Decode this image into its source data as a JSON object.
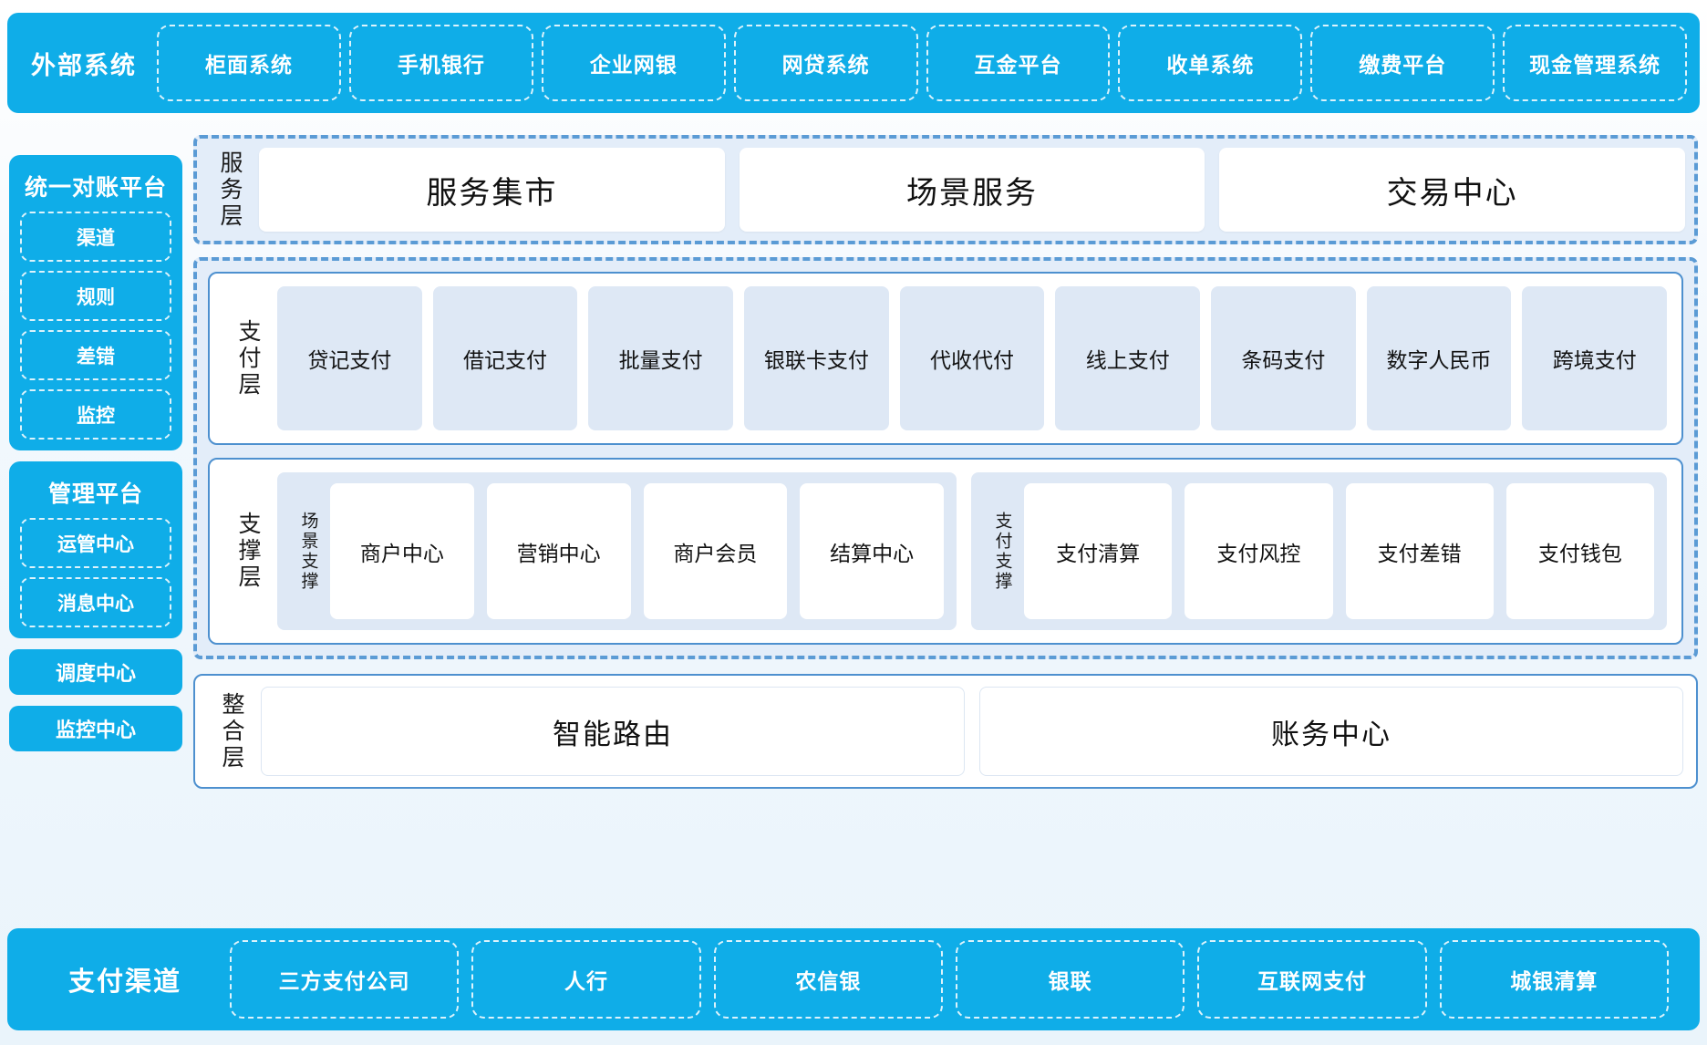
{
  "external_systems": {
    "label": "外部系统",
    "items": [
      "柜面系统",
      "手机银行",
      "企业网银",
      "网贷系统",
      "互金平台",
      "收单系统",
      "缴费平台",
      "现金管理系统"
    ]
  },
  "sidebar": {
    "reconciliation": {
      "title": "统一对账平台",
      "items": [
        "渠道",
        "规则",
        "差错",
        "监控"
      ]
    },
    "management": {
      "title": "管理平台",
      "items": [
        "运管中心",
        "消息中心"
      ]
    },
    "standalone": [
      "调度中心",
      "监控中心"
    ]
  },
  "service_layer": {
    "label": "服务层",
    "items": [
      "服务集市",
      "场景服务",
      "交易中心"
    ]
  },
  "payment_layer": {
    "label": "支付层",
    "items": [
      "贷记支付",
      "借记支付",
      "批量支付",
      "银联卡支付",
      "代收代付",
      "线上支付",
      "条码支付",
      "数字人民币",
      "跨境支付"
    ]
  },
  "support_layer": {
    "label": "支撑层",
    "groups": [
      {
        "label": "场景支撑",
        "items": [
          "商户中心",
          "营销中心",
          "商户会员",
          "结算中心"
        ]
      },
      {
        "label": "支付支撑",
        "items": [
          "支付清算",
          "支付风控",
          "支付差错",
          "支付钱包"
        ]
      }
    ]
  },
  "integration_layer": {
    "label": "整合层",
    "items": [
      "智能路由",
      "账务中心"
    ]
  },
  "payment_channels": {
    "label": "支付渠道",
    "items": [
      "三方支付公司",
      "人行",
      "农信银",
      "银联",
      "互联网支付",
      "城银清算"
    ]
  },
  "colors": {
    "brand_blue": "#0FADE8",
    "dashed_border": "#5B9BD5",
    "panel_border": "#4D90CF",
    "tile_fill": "#DEE8F5",
    "container_fill": "#E3EDF9"
  }
}
